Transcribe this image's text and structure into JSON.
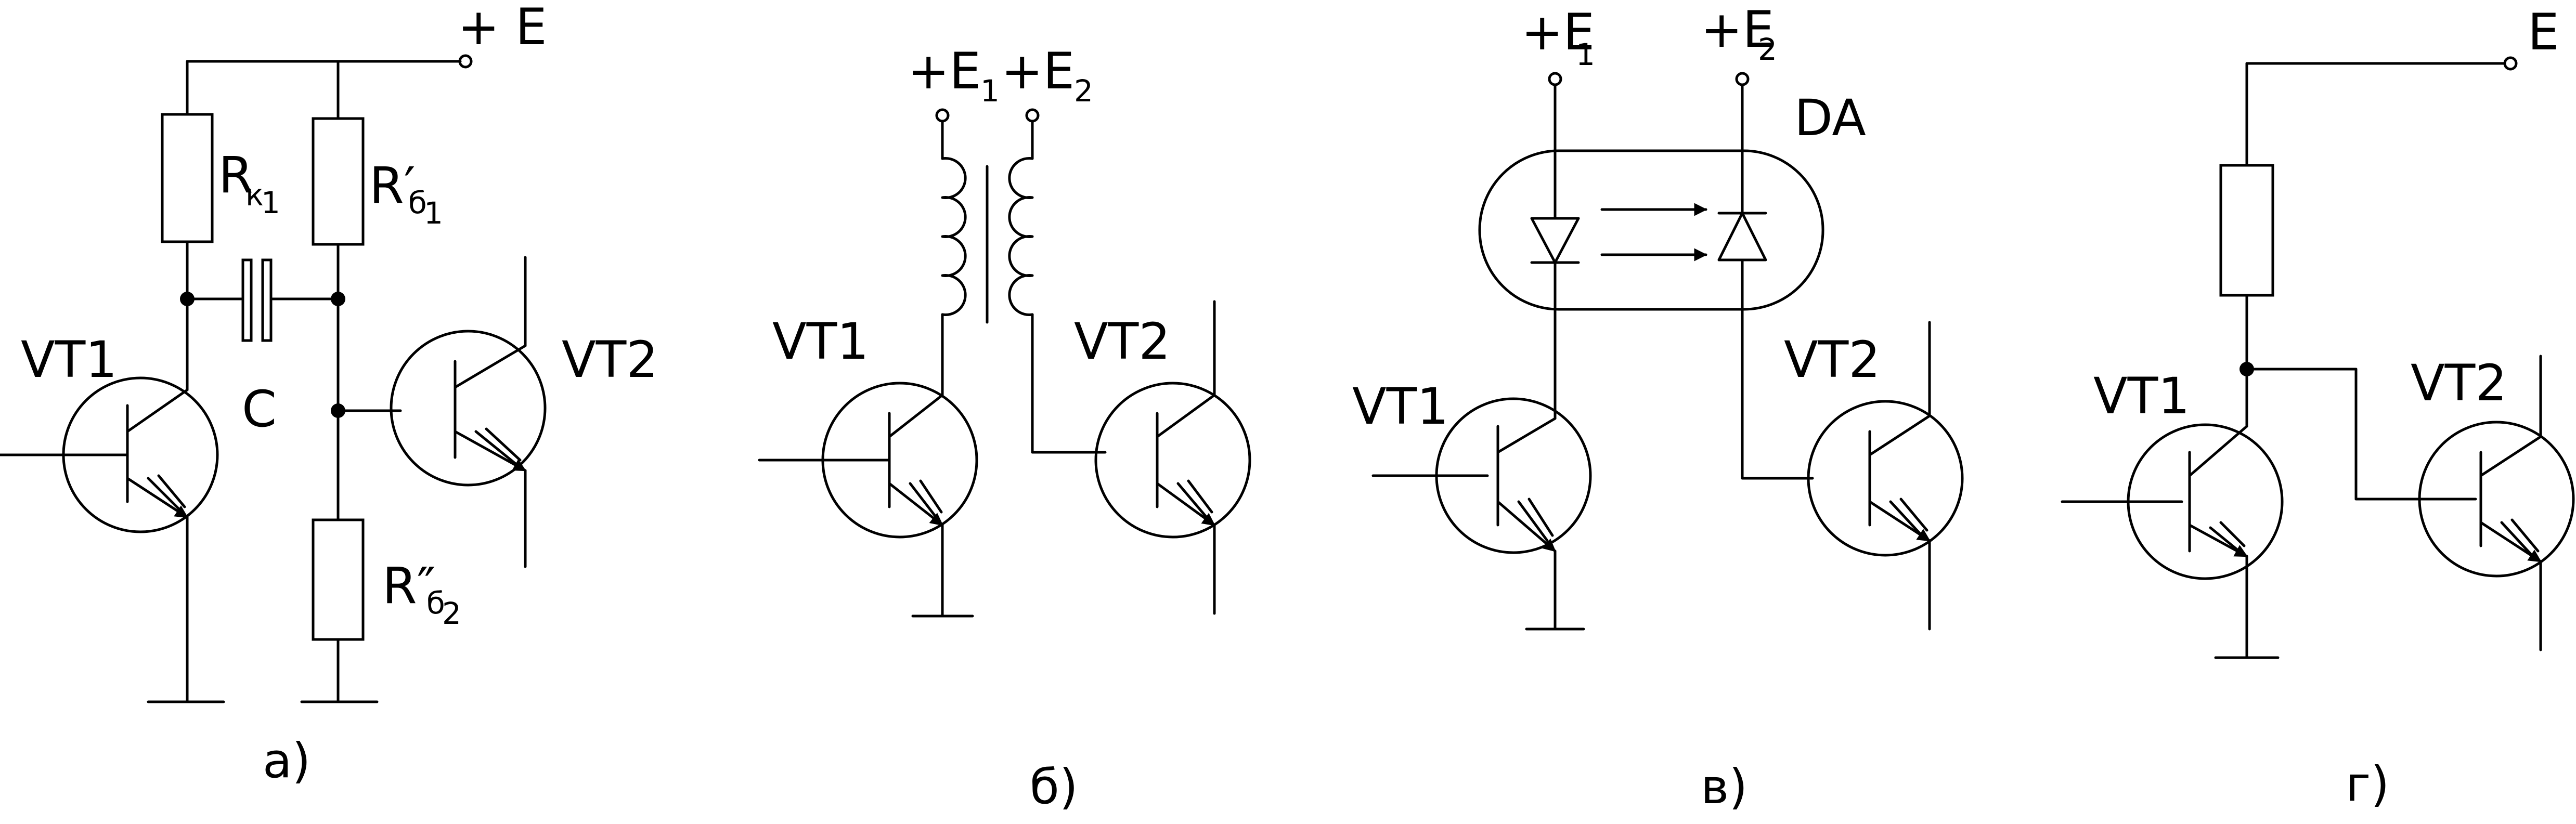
{
  "panel_a": {
    "supply_label": "+ E",
    "rk_main": "R",
    "rk_sub": "к",
    "rk_num": "1",
    "rb1_main": "R′",
    "rb1_sub": "б",
    "rb1_num": "1",
    "rb2_main": "R″",
    "rb2_sub": "б",
    "rb2_num": "2",
    "cap_label": "C",
    "vt1": "VT1",
    "vt2": "VT2",
    "caption": "а)"
  },
  "panel_b": {
    "e1_main": "+E",
    "e1_num": "1",
    "e2_main": "+E",
    "e2_num": "2",
    "vt1": "VT1",
    "vt2": "VT2",
    "caption": "б)"
  },
  "panel_v": {
    "e1_main": "+E",
    "e1_num": "1",
    "e2_main": "+E",
    "e2_num": "2",
    "da": "DA",
    "vt1": "VT1",
    "vt2": "VT2",
    "caption": "в)"
  },
  "panel_g": {
    "supply_label": "E",
    "vt1": "VT1",
    "vt2": "VT2",
    "caption": "г)"
  }
}
